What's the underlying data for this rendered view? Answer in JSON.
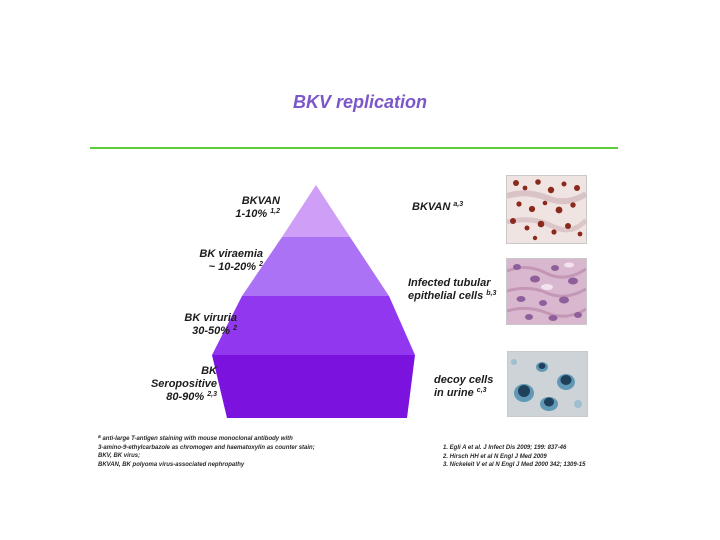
{
  "title": "BKV replication",
  "colors": {
    "title": "#7b57c9",
    "rule": "#5ecb3a",
    "tier1": "#cf9ef6",
    "tier2": "#ab72f6",
    "tier3": "#9137ef",
    "tier4": "#7b12de"
  },
  "pyramid": {
    "tiers": [
      {
        "line1": "BKVAN",
        "line2": "1-10%",
        "refs": "1,2"
      },
      {
        "line1": "BK viraemia",
        "line2": "~ 10-20%",
        "refs": "2"
      },
      {
        "line1": "BK viruria",
        "line2": "30-50%",
        "refs": "2"
      },
      {
        "line1": "BK",
        "line1b": "Seropositive",
        "line2": "80-90%",
        "refs": "2,3"
      }
    ]
  },
  "images": [
    {
      "label1": "BKVAN",
      "label2": "",
      "refs": "a,3"
    },
    {
      "label1": "Infected tubular",
      "label2": "epithelial  cells",
      "refs": "b,3"
    },
    {
      "label1": "decoy cells",
      "label2": "in urine",
      "refs": "c,3"
    }
  ],
  "footnotes": {
    "marker": "a",
    "lines": [
      "anti-large T-antigen staining with mouse monoclonal antibody with",
      "3-amino-9-ethylcarbazole as chromogen and haematoxylin as counter stain;",
      "BKV, BK virus;",
      "BKVAN, BK polyoma  virus-associated nephropathy"
    ]
  },
  "references": [
    "1. Egli  A et al. J Infect Dis 2009; 199: 837-46",
    "2. Hirsch HH et al N Engl J Med 2009",
    "3. Nickeleit V et al N Engl J Med 2000 342; 1309-15"
  ]
}
